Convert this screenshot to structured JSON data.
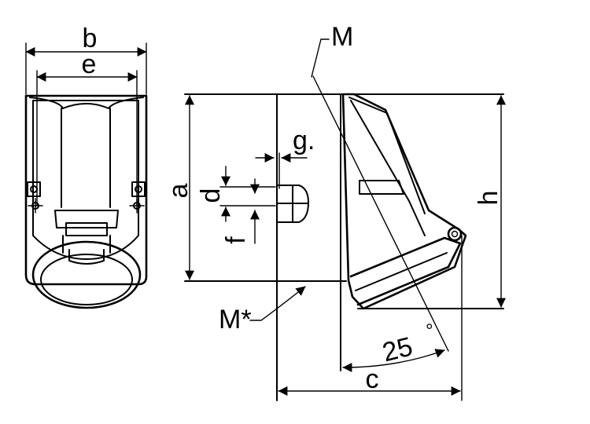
{
  "labels": {
    "b": "b",
    "e": "e",
    "a": "a",
    "d": "d",
    "f": "f",
    "g": "g.",
    "h": "h",
    "c": "c",
    "M": "M",
    "M_star": "M*",
    "angle": "25",
    "degree": "°"
  }
}
